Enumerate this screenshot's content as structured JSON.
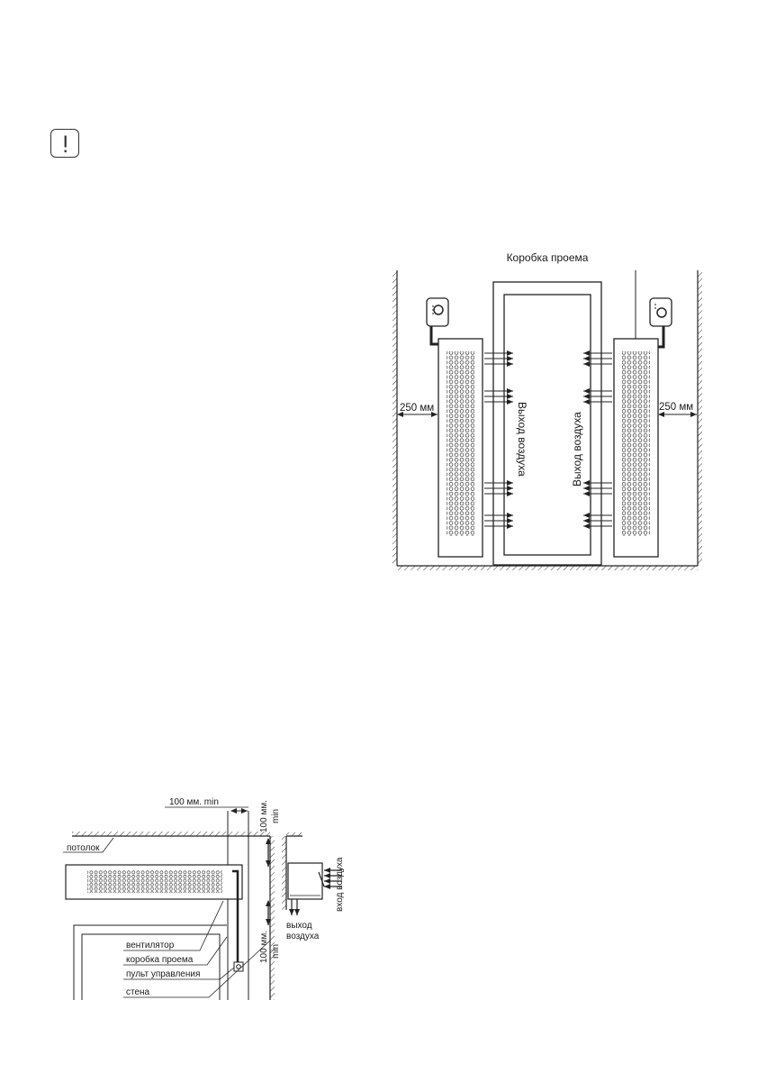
{
  "warning_icon": "exclamation-warning-icon",
  "diagram_top": {
    "title": "Коробка проема",
    "left_distance": "250 мм",
    "right_distance": "250 мм",
    "left_outlet": "Выход воздуха",
    "right_outlet": "Выход воздуха"
  },
  "diagram_side": {
    "clearance_top": "100 мм. min",
    "vertical_top_1": "100 мм.",
    "vertical_top_2": "min",
    "vertical_bottom_1": "100 мм.",
    "vertical_bottom_2": "min",
    "ceiling": "потолок",
    "inlet": "вход воздуха",
    "outlet_1": "выход",
    "outlet_2": "воздуха",
    "legend": [
      "вентилятор",
      "коробка проема",
      "пульт управления",
      "стена"
    ]
  }
}
